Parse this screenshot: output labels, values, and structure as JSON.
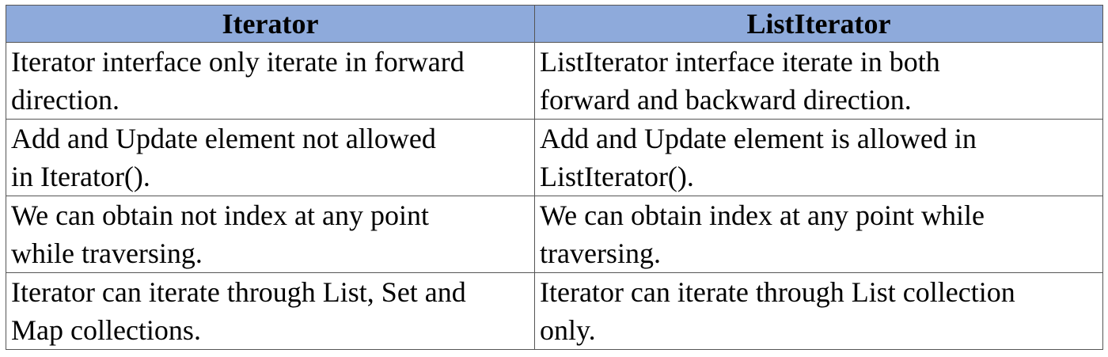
{
  "table": {
    "headers": [
      "Iterator",
      "ListIterator"
    ],
    "rows": [
      [
        "Iterator interface only iterate in forward\ndirection.",
        "ListIterator interface iterate in both\nforward and backward direction."
      ],
      [
        "Add and Update element not allowed\n in Iterator().",
        "Add and Update element is allowed in\nListIterator()."
      ],
      [
        "We can obtain not index at any point\nwhile traversing.",
        "We can obtain index at any point while\ntraversing."
      ],
      [
        "Iterator can iterate through List, Set and\nMap collections.",
        "Iterator can iterate through List collection\nonly."
      ]
    ]
  },
  "colors": {
    "header_bg": "#8eaadb",
    "border": "#555555"
  }
}
